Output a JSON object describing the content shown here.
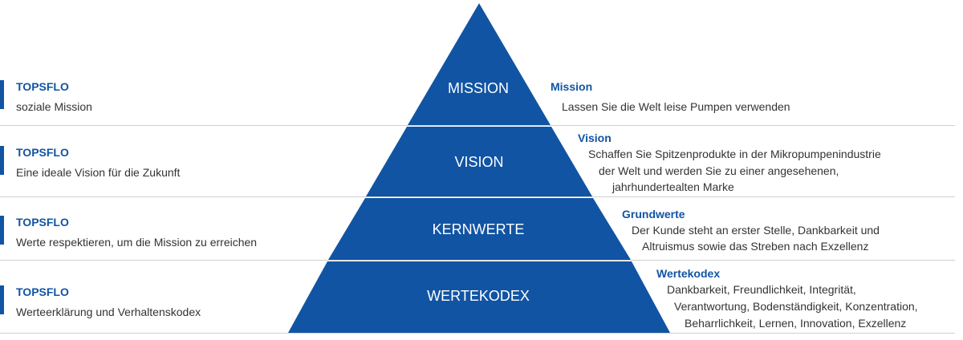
{
  "colors": {
    "accent": "#1154a3",
    "text": "#333333",
    "divider": "#cfcfcf"
  },
  "rows": [
    {
      "left_title": "TOPSFLO",
      "left_desc": "soziale Mission",
      "tier": "MISSION",
      "right_title": "Mission",
      "right_lines": [
        "Lassen Sie die Welt leise Pumpen verwenden"
      ]
    },
    {
      "left_title": "TOPSFLO",
      "left_desc": "Eine ideale Vision für die Zukunft",
      "tier": "VISION",
      "right_title": "Vision",
      "right_lines": [
        "Schaffen Sie Spitzenprodukte in der Mikropumpenindustrie",
        "der Welt und werden Sie zu einer angesehenen,",
        "jahrhundertealten Marke"
      ]
    },
    {
      "left_title": "TOPSFLO",
      "left_desc": "Werte respektieren, um die Mission zu erreichen",
      "tier": "KERNWERTE",
      "right_title": "Grundwerte",
      "right_lines": [
        "Der Kunde steht an erster Stelle, Dankbarkeit und",
        "Altruismus sowie das Streben nach Exzellenz"
      ]
    },
    {
      "left_title": "TOPSFLO",
      "left_desc": "Werteerklärung und Verhaltenskodex",
      "tier": "WERTEKODEX",
      "right_title": "Wertekodex",
      "right_lines": [
        "Dankbarkeit, Freundlichkeit, Integrität,",
        "Verantwortung, Bodenständigkeit, Konzentration,",
        "Beharrlichkeit, Lernen, Innovation, Exzellenz"
      ]
    }
  ]
}
